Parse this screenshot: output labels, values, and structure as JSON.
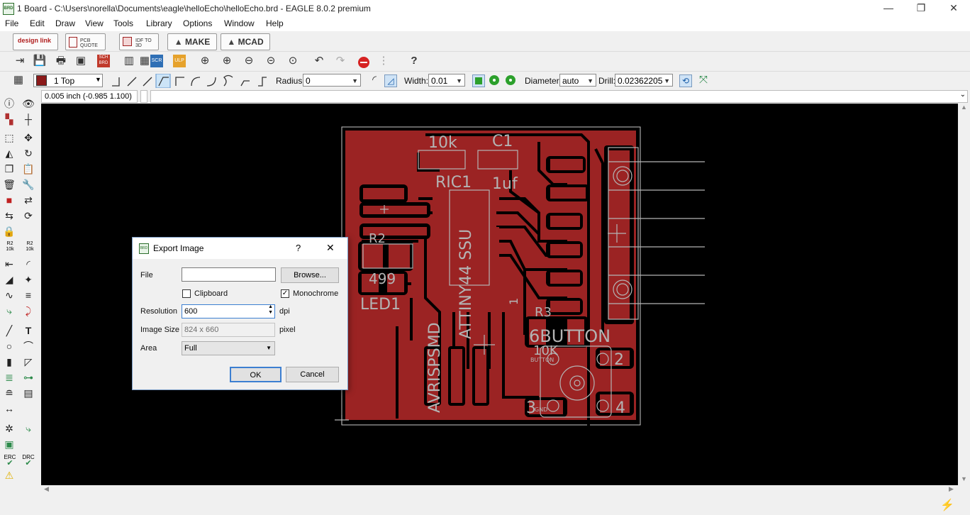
{
  "window": {
    "title": "1 Board - C:\\Users\\norella\\Documents\\eagle\\helloEcho\\helloEcho.brd - EAGLE 8.0.2 premium",
    "icon_text": "BRD",
    "minimize": "—",
    "maximize": "❐",
    "close": "✕"
  },
  "menu": [
    "File",
    "Edit",
    "Draw",
    "View",
    "Tools",
    "Library",
    "Options",
    "Window",
    "Help"
  ],
  "toolbar1": {
    "design_link": "design link",
    "pcb_quote": "PCB QUOTE",
    "idf_to_3d": "IDF TO 3D",
    "make": "MAKE",
    "mcad": "MCAD"
  },
  "toolbar2": {
    "sch_brd": "SCH BRD",
    "scr": "SCR",
    "ulp": "ULP"
  },
  "toolbar3": {
    "layer": "1 Top",
    "layer_color": "#8b1a1a",
    "radius_label": "Radius:",
    "radius_value": "0",
    "width_label": "Width:",
    "width_value": "0.01",
    "diameter_label": "Diameter:",
    "diameter_value": "auto",
    "drill_label": "Drill:",
    "drill_value": "0.02362205"
  },
  "coords": "0.005 inch (-0.985 1.100)",
  "board": {
    "copper_color": "#9b2323",
    "silk_color": "#b4b4b4",
    "labels": {
      "r10k": "10k",
      "c1": "C1",
      "ric1": "RIC1",
      "uf": "1uf",
      "r2": "R2",
      "r499": "499",
      "led1": "LED1",
      "attiny": "ATTINY44 SSU",
      "avrisp": "AVRISPSMD",
      "r3": "R3",
      "r3val": "10K",
      "button": "6BUTTON",
      "b2": "2",
      "b3": "3",
      "b4": "4",
      "button_small": "BUTTON",
      "gnd": "GND",
      "one": "1"
    }
  },
  "left_toolbar": {
    "r2_label": "R2 10k",
    "r2_label2": "R2 10k",
    "erc": "ERC",
    "drc": "DRC"
  },
  "dialog": {
    "title": "Export Image",
    "help": "?",
    "close": "✕",
    "file_label": "File",
    "file_value": "",
    "browse": "Browse...",
    "clipboard_label": "Clipboard",
    "clipboard_checked": false,
    "monochrome_label": "Monochrome",
    "monochrome_checked": true,
    "resolution_label": "Resolution",
    "resolution_value": "600",
    "resolution_unit": "dpi",
    "image_size_label": "Image Size",
    "image_size_value": "824 x 660",
    "image_size_unit": "pixel",
    "area_label": "Area",
    "area_value": "Full",
    "ok": "OK",
    "cancel": "Cancel"
  }
}
